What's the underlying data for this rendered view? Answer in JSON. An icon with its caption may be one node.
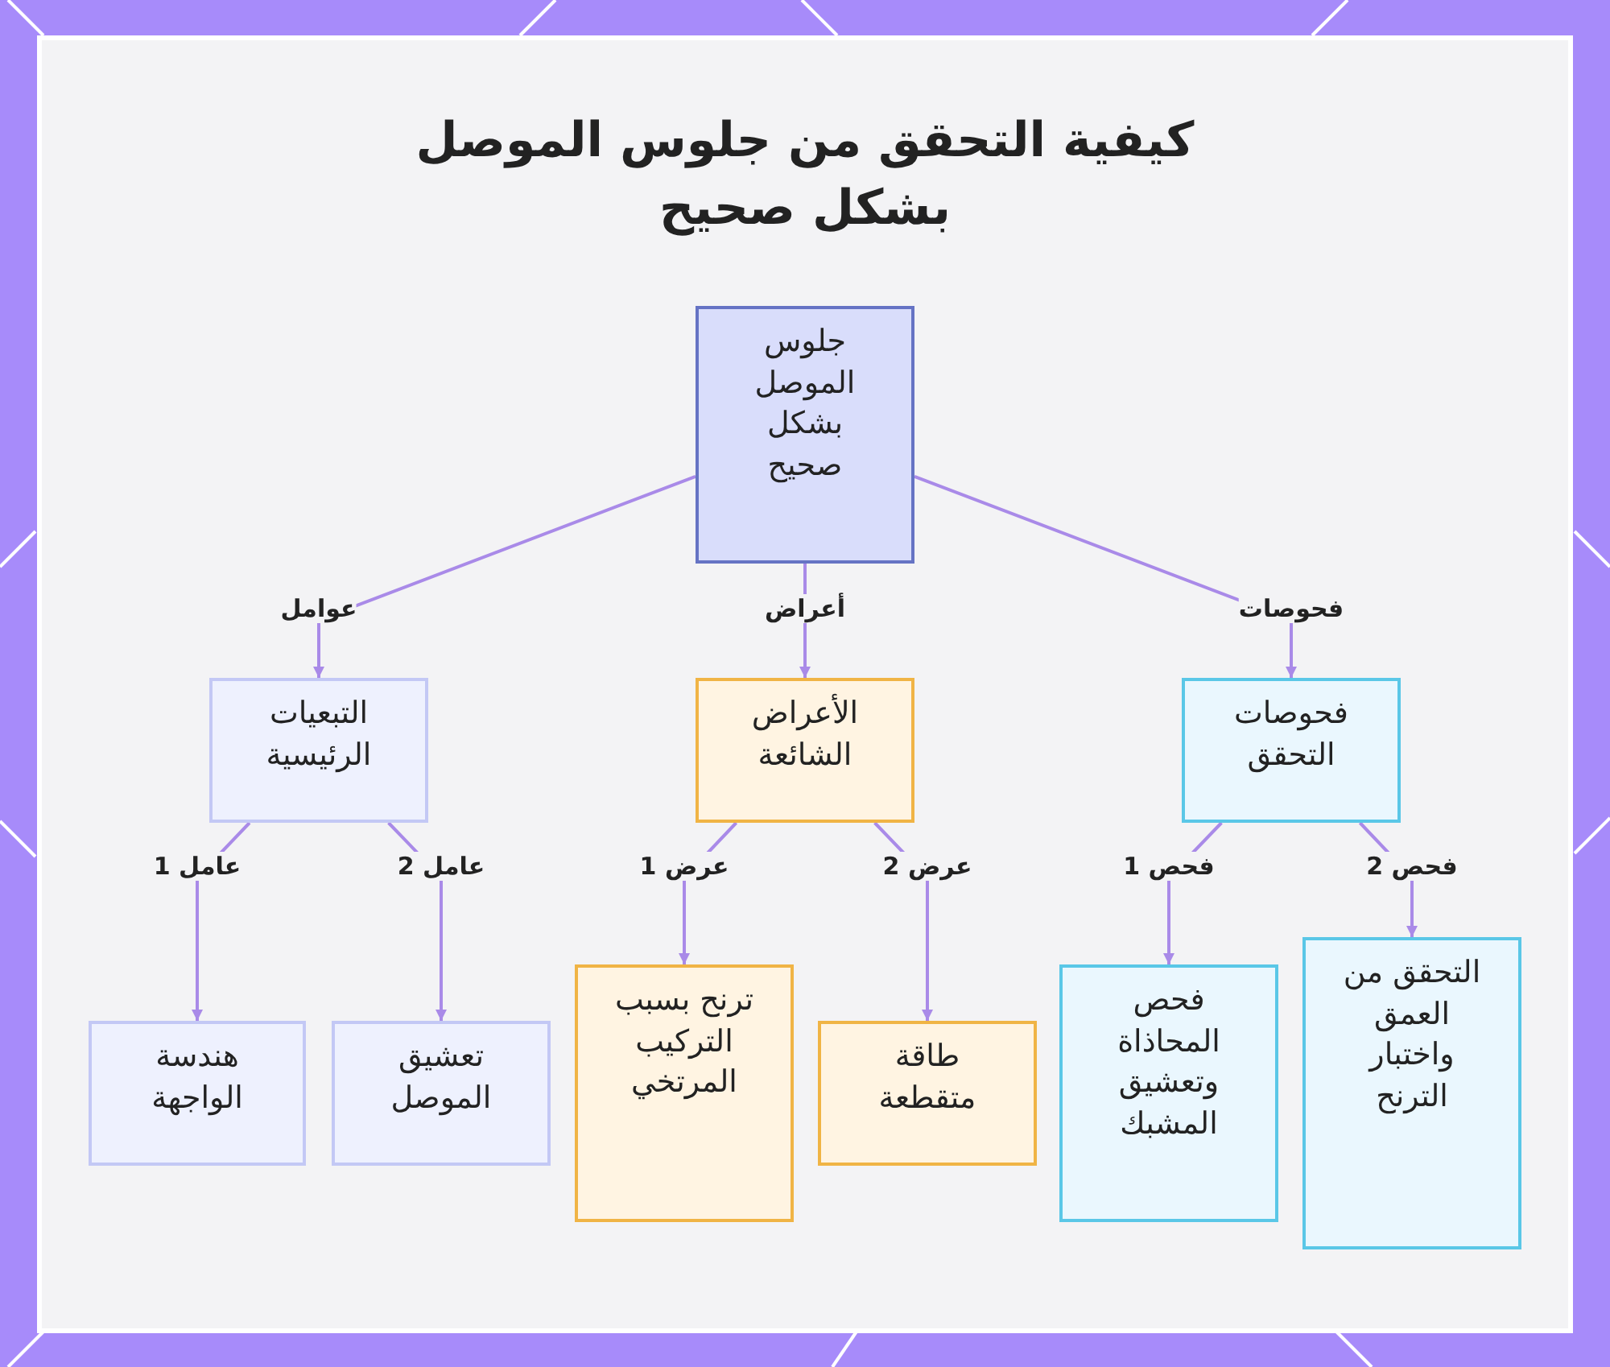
{
  "diagram": {
    "title": "كيفية التحقق من جلوس الموصل بشكل صحيح",
    "nodes": [
      {
        "text": [
          "جلوس الموصل بشكل صحيح"
        ]
      },
      {
        "text": [
          "التبعيات الرئيسية"
        ]
      },
      {
        "text": [
          "الأعراض الشائعة"
        ]
      },
      {
        "text": [
          "فحوصات التحقق"
        ]
      },
      {
        "text": [
          "هندسة الواجهة"
        ]
      },
      {
        "text": [
          "تعشيق الموصل"
        ]
      },
      {
        "text": [
          "ترنح بسبب التركيب المرتخي"
        ]
      },
      {
        "text": [
          "طاقة متقطعة"
        ]
      },
      {
        "text": [
          "فحص المحاذاة وتعشيق المشبك"
        ]
      },
      {
        "text": [
          "التحقق من العمق واختبار الترنح"
        ]
      }
    ],
    "edges": [
      {
        "from": 0,
        "to": 1,
        "arrow": "to",
        "label": "عوامل"
      },
      {
        "from": 0,
        "to": 2,
        "arrow": "to",
        "label": "أعراض"
      },
      {
        "from": 0,
        "to": 3,
        "arrow": "to",
        "label": "فحوصات"
      },
      {
        "from": 1,
        "to": 4,
        "arrow": "to",
        "label": "عامل 1"
      },
      {
        "from": 1,
        "to": 5,
        "arrow": "to",
        "label": "عامل 2"
      },
      {
        "from": 2,
        "to": 6,
        "arrow": "to",
        "label": "عرض 1"
      },
      {
        "from": 2,
        "to": 7,
        "arrow": "to",
        "label": "عرض 2"
      },
      {
        "from": 3,
        "to": 8,
        "arrow": "to",
        "label": "فحص 1"
      },
      {
        "from": 3,
        "to": 9,
        "arrow": "to",
        "label": "فحص 2"
      }
    ]
  }
}
